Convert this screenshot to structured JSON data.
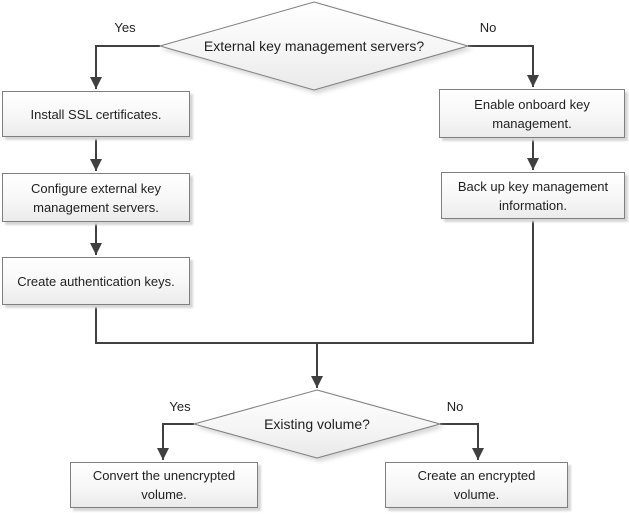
{
  "nodes": {
    "decision_external": {
      "label": "External key management servers?"
    },
    "install_ssl": {
      "label": "Install SSL certificates."
    },
    "configure_external": {
      "label": "Configure external key management servers."
    },
    "create_auth": {
      "label": "Create authentication keys."
    },
    "enable_onboard": {
      "label": "Enable onboard key management."
    },
    "backup_key": {
      "label": "Back up key management information."
    },
    "decision_volume": {
      "label": "Existing volume?"
    },
    "convert_volume": {
      "label": "Convert the unencrypted volume."
    },
    "create_volume": {
      "label": "Create an encrypted volume."
    }
  },
  "branch_labels": {
    "external_yes": "Yes",
    "external_no": "No",
    "volume_yes": "Yes",
    "volume_no": "No"
  },
  "colors": {
    "connector": "#404040",
    "node_border": "#7f7f7f",
    "node_fill_top": "#ffffff",
    "node_fill_bottom": "#ebebeb",
    "shadow": "#d6d6d6",
    "text": "#1f1f1f",
    "background": "#ffffff"
  }
}
